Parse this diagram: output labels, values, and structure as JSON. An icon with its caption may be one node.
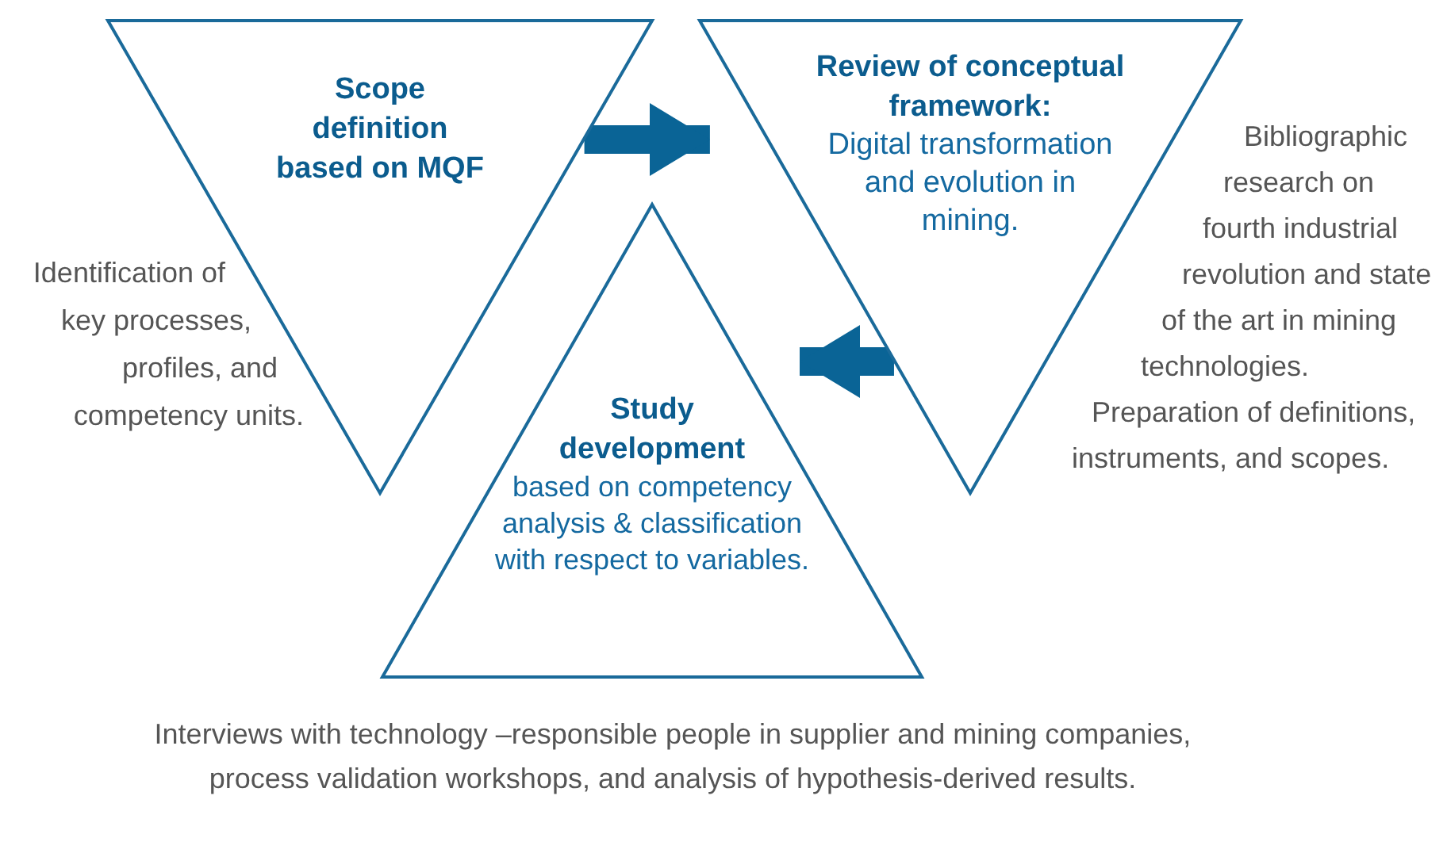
{
  "diagram": {
    "nodes": [
      {
        "text": [
          "Scope definition based on MQF"
        ],
        "beside": [
          "Identification of key processes, profiles, and competency units."
        ]
      },
      {
        "text": [
          "Review of conceptual framework:",
          "Digital transformation and evolution in mining."
        ],
        "beside": [
          "Bibliographic research on fourth industrial revolution and state of the art in mining technologies.",
          "Preparation of definitions, instruments, and scopes."
        ]
      },
      {
        "text": [
          "Study development",
          "based on competency analysis & classification with respect to variables."
        ],
        "beside": [
          "Interviews with technology –responsible people in supplier and mining companies, process validation workshops, and analysis of hypothesis-derived results."
        ]
      }
    ],
    "edges": [
      {
        "from": 0,
        "to": 1,
        "arrow": "to"
      },
      {
        "from": 1,
        "to": 2,
        "arrow": "to"
      }
    ]
  }
}
